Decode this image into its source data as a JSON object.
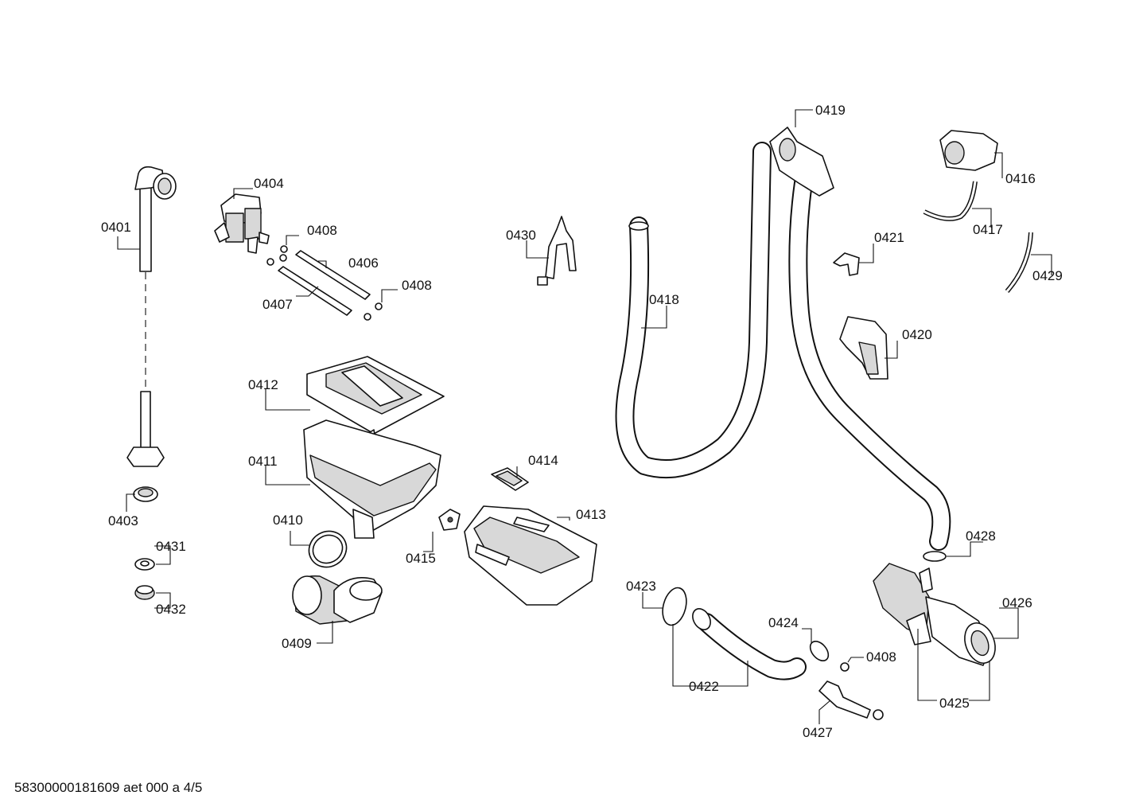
{
  "labels": {
    "p0401": "0401",
    "p0403": "0403",
    "p0404": "0404",
    "p0406": "0406",
    "p0407": "0407",
    "p0408a": "0408",
    "p0408b": "0408",
    "p0408c": "0408",
    "p0409": "0409",
    "p0410": "0410",
    "p0411": "0411",
    "p0412": "0412",
    "p0413": "0413",
    "p0414": "0414",
    "p0415": "0415",
    "p0416": "0416",
    "p0417": "0417",
    "p0418": "0418",
    "p0419": "0419",
    "p0420": "0420",
    "p0421": "0421",
    "p0422": "0422",
    "p0423": "0423",
    "p0424": "0424",
    "p0425": "0425",
    "p0426": "0426",
    "p0427": "0427",
    "p0428": "0428",
    "p0429": "0429",
    "p0430": "0430",
    "p0431": "0431",
    "p0432": "0432"
  },
  "footer": "58300000181609 aet 000 a 4/5"
}
